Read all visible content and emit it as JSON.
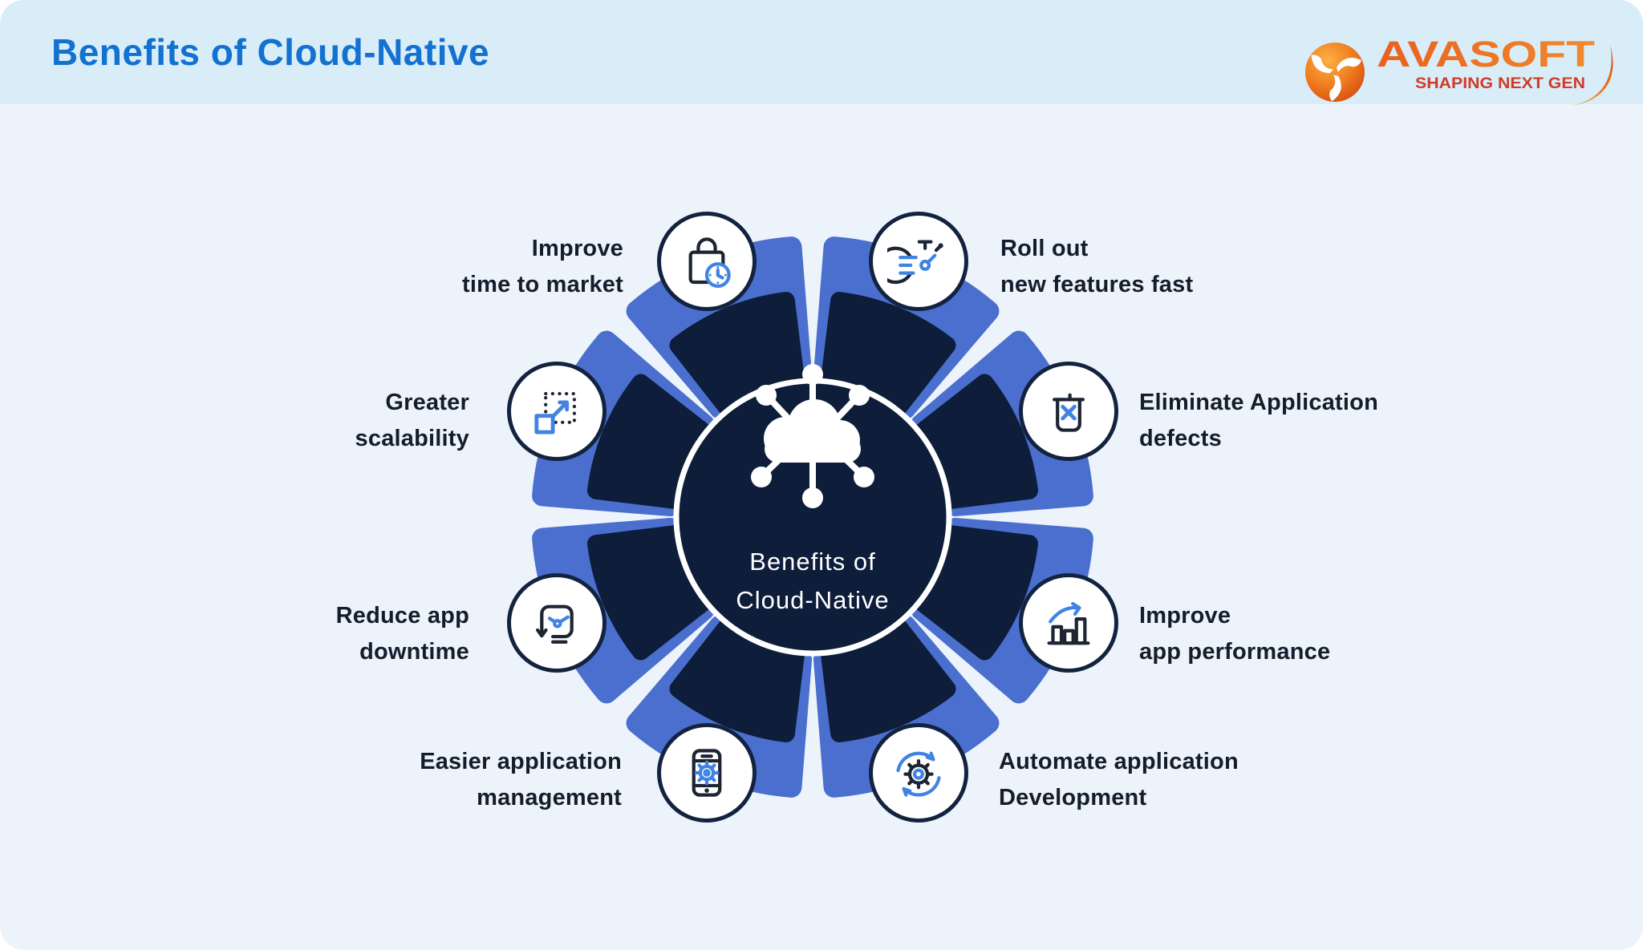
{
  "colors": {
    "page_bg": "#edf3fa",
    "header_bg": "#d9edf9",
    "title_blue": "#1371d0",
    "navy": "#0d1d3a",
    "petal_top": "#4a6fce",
    "petal_bottom": "#36b3f0",
    "icon_blue": "#4183e3",
    "icon_dark": "#1d2533",
    "logo_orange": "#e8611f",
    "logo_red": "#d03a28"
  },
  "header": {
    "title": "Benefits of Cloud-Native",
    "logo": {
      "brand": "AVASOFT",
      "tagline": "SHAPING NEXT GEN"
    }
  },
  "wheel": {
    "center_line1": "Benefits of",
    "center_line2": "Cloud-Native",
    "benefits": [
      {
        "id": "improve-time-to-market",
        "line1": "Improve",
        "line2": "time to market",
        "icon": "bag-clock-icon",
        "position": "top-left"
      },
      {
        "id": "roll-out-new-features-fast",
        "line1": "Roll out",
        "line2": "new features fast",
        "icon": "stopwatch-icon",
        "position": "top-right"
      },
      {
        "id": "greater-scalability",
        "line1": "Greater",
        "line2": "scalability",
        "icon": "scale-up-icon",
        "position": "left-upper"
      },
      {
        "id": "eliminate-application-defects",
        "line1": "Eliminate Application",
        "line2": "defects",
        "icon": "trash-x-icon",
        "position": "right-upper"
      },
      {
        "id": "reduce-app-downtime",
        "line1": "Reduce app",
        "line2": "downtime",
        "icon": "loop-clock-icon",
        "position": "left-lower"
      },
      {
        "id": "improve-app-performance",
        "line1": "Improve",
        "line2": "app performance",
        "icon": "chart-growth-icon",
        "position": "right-lower"
      },
      {
        "id": "easier-application-management",
        "line1": "Easier application",
        "line2": "management",
        "icon": "phone-gear-icon",
        "position": "bottom-left"
      },
      {
        "id": "automate-application-development",
        "line1": "Automate application",
        "line2": "Development",
        "icon": "gear-sync-icon",
        "position": "bottom-right"
      }
    ]
  }
}
